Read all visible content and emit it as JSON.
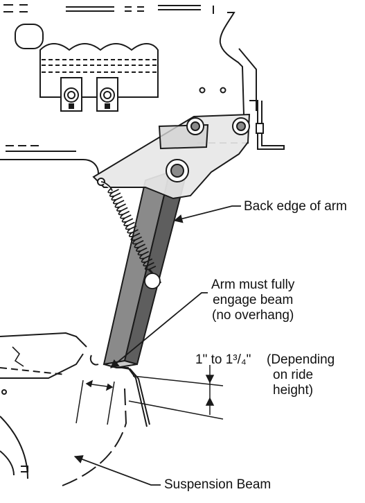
{
  "callouts": {
    "back_edge": "Back edge of arm",
    "engage": [
      "Arm must fully",
      "engage beam",
      "(no overhang)"
    ],
    "dimension": "1\" to 1³/₄\"",
    "depending": [
      "(Depending",
      "on ride",
      "height)"
    ],
    "beam": "Suspension Beam"
  },
  "colors": {
    "line": "#1a1a1a",
    "arm": "#8a8a8a",
    "arm_dark": "#5e5e5e",
    "bracket": "#d9d9d9",
    "plate": "#ffffff"
  }
}
